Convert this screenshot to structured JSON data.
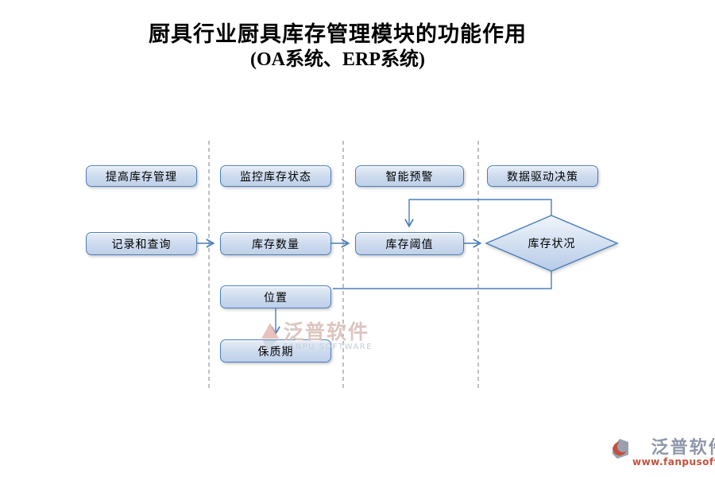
{
  "title": {
    "line1": "厨具行业厨具库存管理模块的功能作用",
    "line2": "(OA系统、ERP系统)"
  },
  "nodes": {
    "improve": "提高库存管理",
    "monitor": "监控库存状态",
    "alert": "智能预警",
    "decision": "数据驱动决策",
    "record": "记录和查询",
    "quantity": "库存数量",
    "threshold": "库存阈值",
    "status": "库存状况",
    "location": "位置",
    "shelf_life": "保质期"
  },
  "watermark": {
    "brand": "泛普软件",
    "subtitle": "FANPU SOFTWARE"
  },
  "footer": {
    "brand": "泛普软件",
    "url": "www.fanpusoft.com"
  },
  "icons": {
    "watermark_mark": "fanpu-triangle-mark-icon",
    "footer_mark": "fanpu-crescent-mark-icon"
  },
  "colors": {
    "node_border": "#4a7ebb",
    "node_fill_top": "#fafcfe",
    "node_fill_bottom": "#bed0e9",
    "connector": "#4a7ebb",
    "dashed_guide": "#8c8c8c",
    "footer_brand": "#8e97a9",
    "footer_url": "#c5503c",
    "watermark_pink": "#dcc5c0",
    "watermark_gray": "#c3cdd9"
  }
}
